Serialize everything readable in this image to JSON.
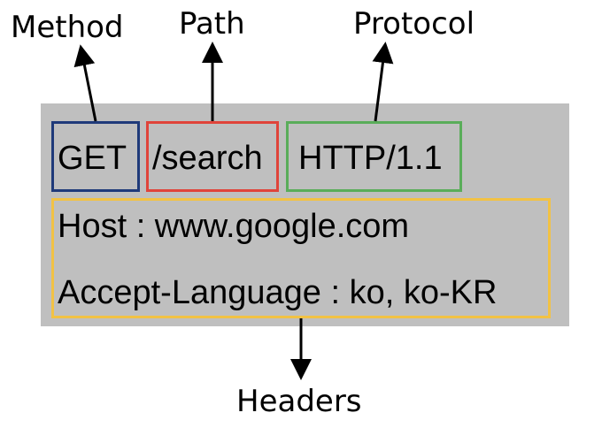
{
  "labels": {
    "method": "Method",
    "path": "Path",
    "protocol": "Protocol",
    "headers": "Headers"
  },
  "request_line": {
    "method": "GET",
    "path": "/search",
    "protocol": "HTTP/1.1"
  },
  "headers": [
    "Host : www.google.com",
    "Accept-Language : ko, ko-KR"
  ],
  "colors": {
    "panel": "#bfbfbf",
    "method_border": "#1f3a7a",
    "path_border": "#e0443a",
    "protocol_border": "#5aad5a",
    "headers_border": "#f2c244"
  }
}
